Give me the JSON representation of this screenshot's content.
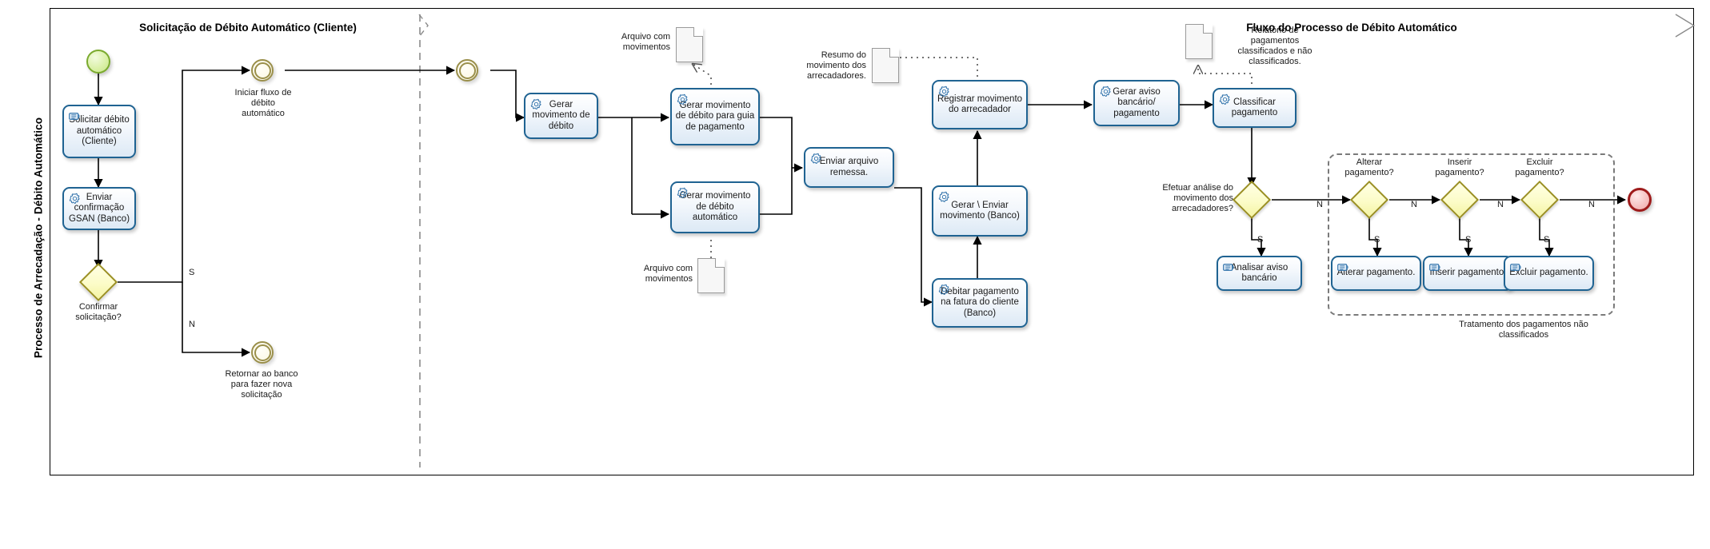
{
  "pool": {
    "label": "Processo de Arrecadação - Débito Automático"
  },
  "phases": [
    {
      "id": "phase-1",
      "title": "Solicitação  de Débito Automático (Cliente)"
    },
    {
      "id": "phase-2",
      "title": "Fluxo do Processo de Débito Automático"
    }
  ],
  "events": [
    {
      "id": "start-event",
      "type": "start",
      "caption": ""
    },
    {
      "id": "link-iniciar",
      "type": "link",
      "caption": "Iniciar fluxo de\ndébito\nautomático"
    },
    {
      "id": "link-retornar",
      "type": "link",
      "caption": "Retornar ao banco\npara fazer nova\nsolicitação"
    },
    {
      "id": "link-catch",
      "type": "link",
      "caption": ""
    },
    {
      "id": "end-event",
      "type": "end",
      "caption": ""
    }
  ],
  "tasks": [
    {
      "id": "task-solicitar-debito",
      "icon": "manual-task-icon",
      "label": "Solicitar débito automático (Cliente)"
    },
    {
      "id": "task-enviar-confirmacao",
      "icon": "service-task-icon",
      "label": "Enviar confirmação GSAN (Banco)"
    },
    {
      "id": "task-gerar-movimento",
      "icon": "service-task-icon",
      "label": "Gerar movimento de débito"
    },
    {
      "id": "task-gerar-mov-guia",
      "icon": "service-task-icon",
      "label": "Gerar movimento de débito para guia de pagamento"
    },
    {
      "id": "task-gerar-mov-automatico",
      "icon": "service-task-icon",
      "label": "Gerar movimento de débito automático"
    },
    {
      "id": "task-enviar-remessa",
      "icon": "service-task-icon",
      "label": "Enviar arquivo remessa."
    },
    {
      "id": "task-registrar-movimento",
      "icon": "service-task-icon",
      "label": "Registrar movimento do arrecadador"
    },
    {
      "id": "task-gerar-enviar-mov",
      "icon": "service-task-icon",
      "label": "Gerar \\ Enviar movimento (Banco)"
    },
    {
      "id": "task-debitar-pagamento",
      "icon": "service-task-icon",
      "label": "Debitar pagamento na fatura do cliente (Banco)"
    },
    {
      "id": "task-gerar-aviso",
      "icon": "service-task-icon",
      "label": "Gerar aviso bancário/ pagamento"
    },
    {
      "id": "task-classificar-pagamento",
      "icon": "service-task-icon",
      "label": "Classificar pagamento"
    },
    {
      "id": "task-analisar-aviso",
      "icon": "manual-task-icon",
      "label": "Analisar aviso bancário"
    },
    {
      "id": "task-alterar-pagamento",
      "icon": "manual-task-icon",
      "label": "Alterar pagamento."
    },
    {
      "id": "task-inserir-pagamento",
      "icon": "manual-task-icon",
      "label": "Inserir pagamento."
    },
    {
      "id": "task-excluir-pagamento",
      "icon": "manual-task-icon",
      "label": "Excluir pagamento."
    }
  ],
  "gateways": [
    {
      "id": "gw-confirmar-solicitacao",
      "caption": "Confirmar\nsolicitação?"
    },
    {
      "id": "gw-efetuar-analise",
      "caption": "Efetuar análise do\nmovimento dos\narrecadadores?"
    },
    {
      "id": "gw-alterar-pagamento",
      "caption": "Alterar\npagamento?"
    },
    {
      "id": "gw-inserir-pagamento",
      "caption": "Inserir\npagamento?"
    },
    {
      "id": "gw-excluir-pagamento",
      "caption": "Excluir\npagamento?"
    }
  ],
  "data_objects": [
    {
      "id": "data-arquivo-movimentos-1",
      "caption": "Arquivo com\nmovimentos"
    },
    {
      "id": "data-arquivo-movimentos-2",
      "caption": "Arquivo com\nmovimentos"
    },
    {
      "id": "data-resumo-movimento",
      "caption": "Resumo do\nmovimento dos\narrecadadores."
    },
    {
      "id": "data-relatorio-pagamentos",
      "caption": "Relatório de\npagamentos\nclassificados e não\nclassificados."
    }
  ],
  "flow_labels": {
    "confirmar_sim": "S",
    "confirmar_nao": "N",
    "analise_sim": "S",
    "analise_nao": "N",
    "alterar_sim": "S",
    "alterar_nao": "N",
    "inserir_sim": "S",
    "inserir_nao": "N",
    "excluir_sim": "S",
    "excluir_nao": "N"
  },
  "group": {
    "id": "group-tratamento",
    "caption": "Tratamento dos pagamentos não\nclassificados"
  },
  "colors": {
    "task_border": "#1f6392",
    "gateway_border": "#9a8f22",
    "gateway_fill": "#fcfcc8",
    "start_border": "#7aaa2e",
    "end_border": "#9e1b1b",
    "link_border": "#9a8f4a",
    "group_border": "#7a7a7a"
  }
}
